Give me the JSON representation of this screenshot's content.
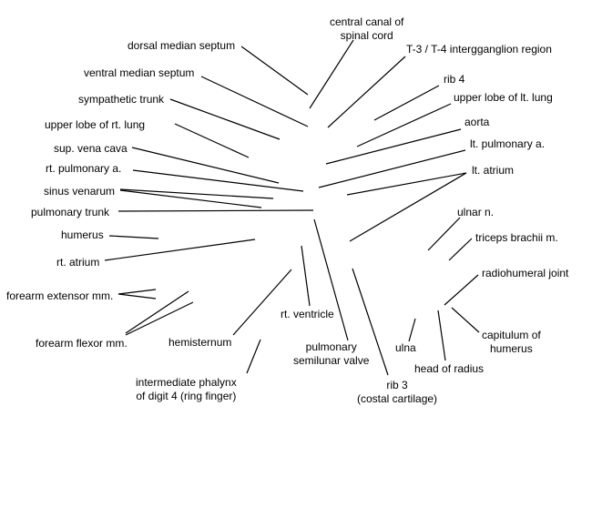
{
  "labels": {
    "central_canal": [
      "central canal of",
      "spinal cord"
    ],
    "dorsal_median_septum": "dorsal median septum",
    "t3_t4": "T-3 / T-4 intergganglion region",
    "ventral_median_septum": "ventral median septum",
    "rib4": "rib 4",
    "sympathetic_trunk": "sympathetic trunk",
    "upper_lobe_lt_lung": "upper lobe of lt. lung",
    "upper_lobe_rt_lung": "upper lobe of rt. lung",
    "aorta": "aorta",
    "sup_vena_cava": "sup. vena cava",
    "lt_pulmonary_a": "lt. pulmonary a.",
    "rt_pulmonary_a": "rt. pulmonary a.",
    "lt_atrium": "lt. atrium",
    "sinus_venarum": "sinus venarum",
    "pulmonary_trunk": "pulmonary trunk",
    "ulnar_n": "ulnar n.",
    "humerus": "humerus",
    "triceps_brachii": "triceps brachii m.",
    "rt_atrium": "rt. atrium",
    "radiohumeral_joint": "radiohumeral joint",
    "forearm_extensor": "forearm extensor mm.",
    "rt_ventricle": "rt. ventricle",
    "capitulum": [
      "capitulum of",
      "humerus"
    ],
    "forearm_flexor": "forearm flexor mm.",
    "hemisternum": "hemisternum",
    "pulmonary_semilunar_valve": [
      "pulmonary",
      "semilunar valve"
    ],
    "ulna": "ulna",
    "head_of_radius": "head of radius",
    "rib3": [
      "rib 3",
      "(costal cartilage)"
    ],
    "intermediate_phalynx": [
      "intermediate phalynx",
      "of digit 4 (ring finger)"
    ]
  }
}
